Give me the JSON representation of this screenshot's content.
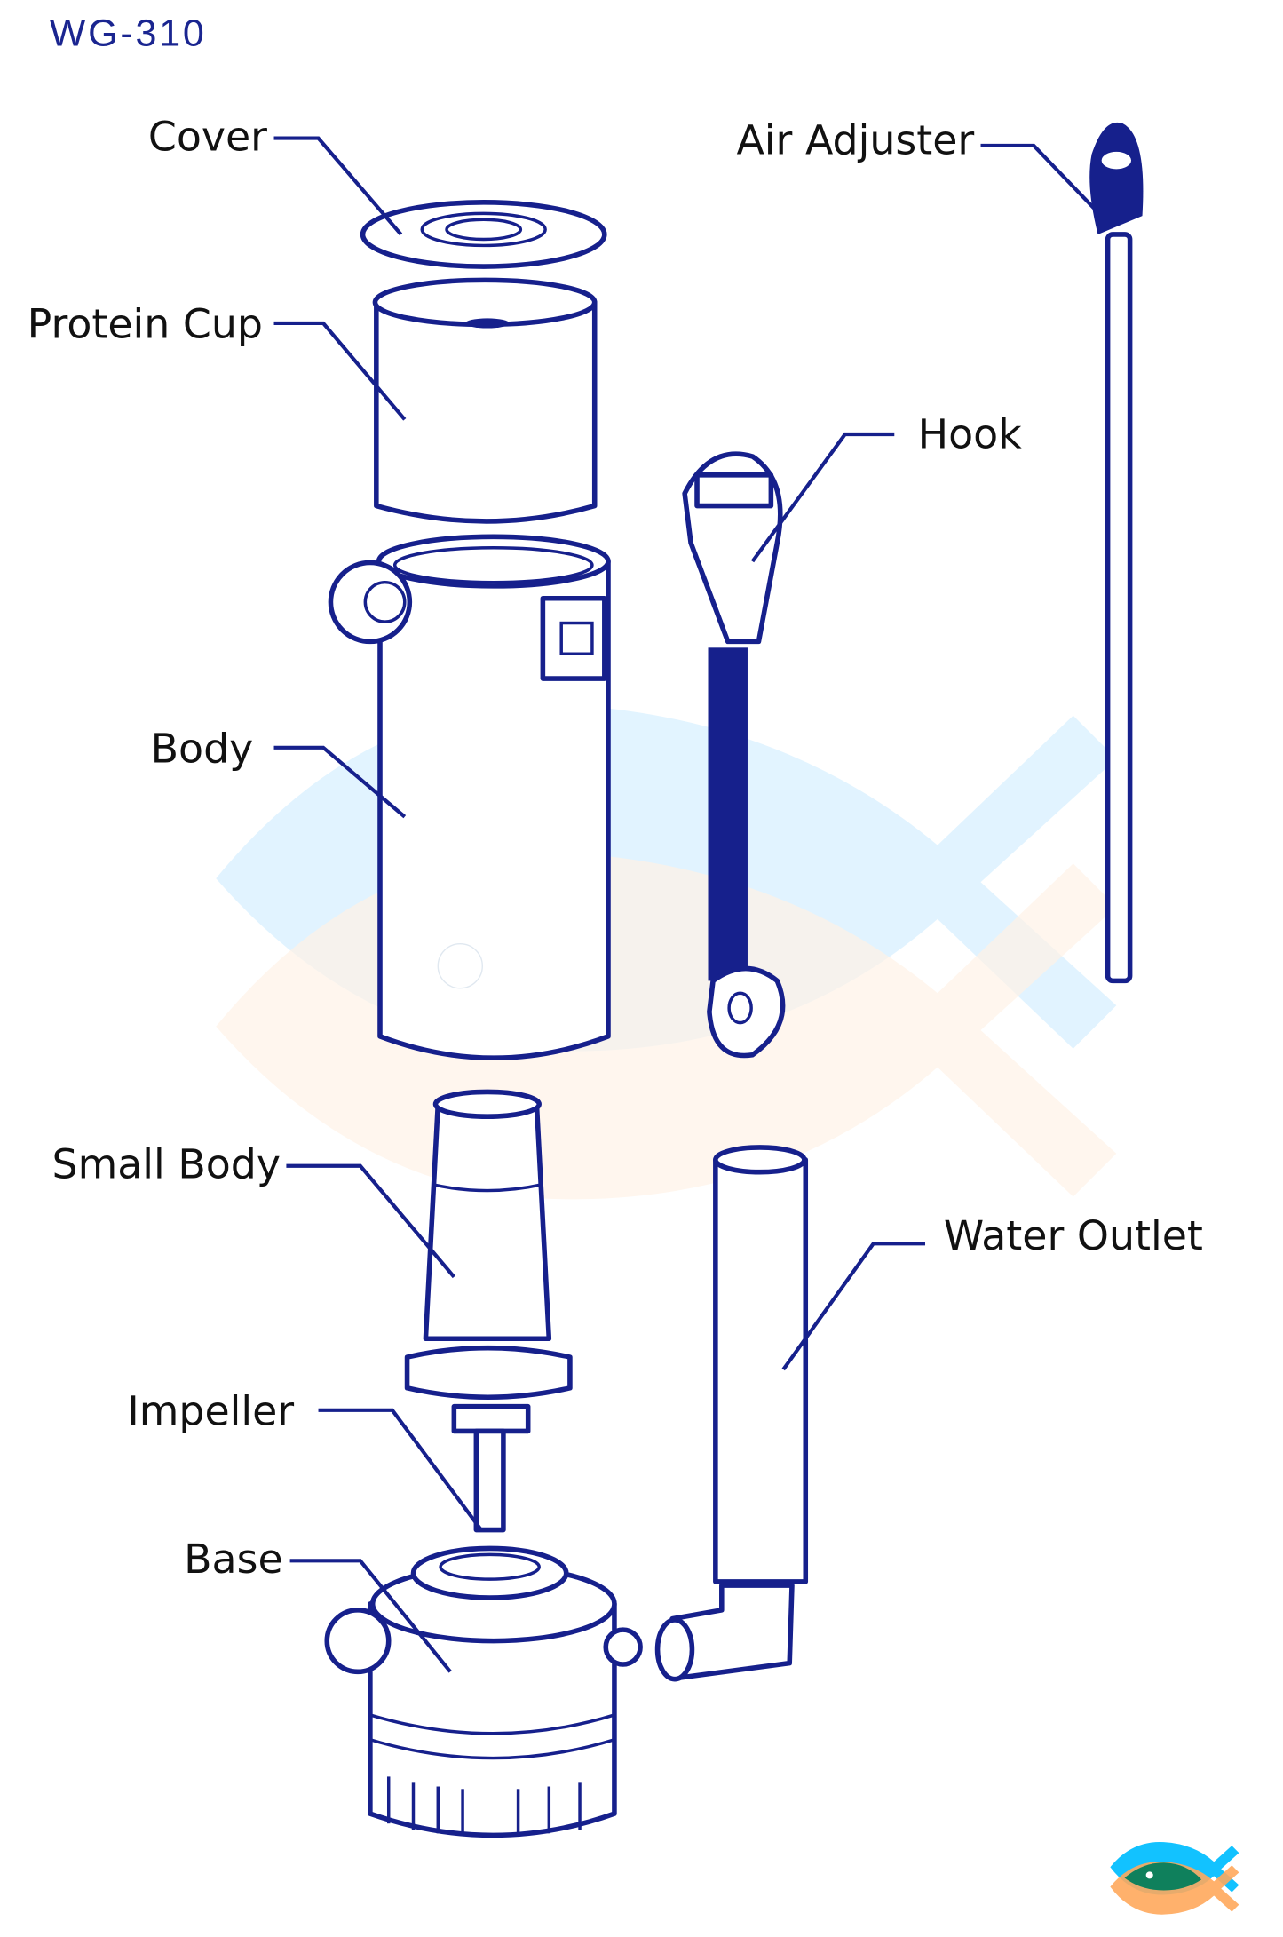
{
  "title": "WG-310",
  "labels": {
    "cover": "Cover",
    "protein_cup": "Protein Cup",
    "body": "Body",
    "small_body": "Small Body",
    "impeller": "Impeller",
    "base": "Base",
    "air_adjuster": "Air Adjuster",
    "hook": "Hook",
    "water_outlet": "Water Outlet"
  },
  "colors": {
    "line": "#16208c",
    "logo_blue": "#12c2ff",
    "logo_orange": "#ffa95c",
    "logo_green": "#0f805c"
  },
  "icons": [
    "fish-logo-icon",
    "fish-watermark-icon"
  ]
}
